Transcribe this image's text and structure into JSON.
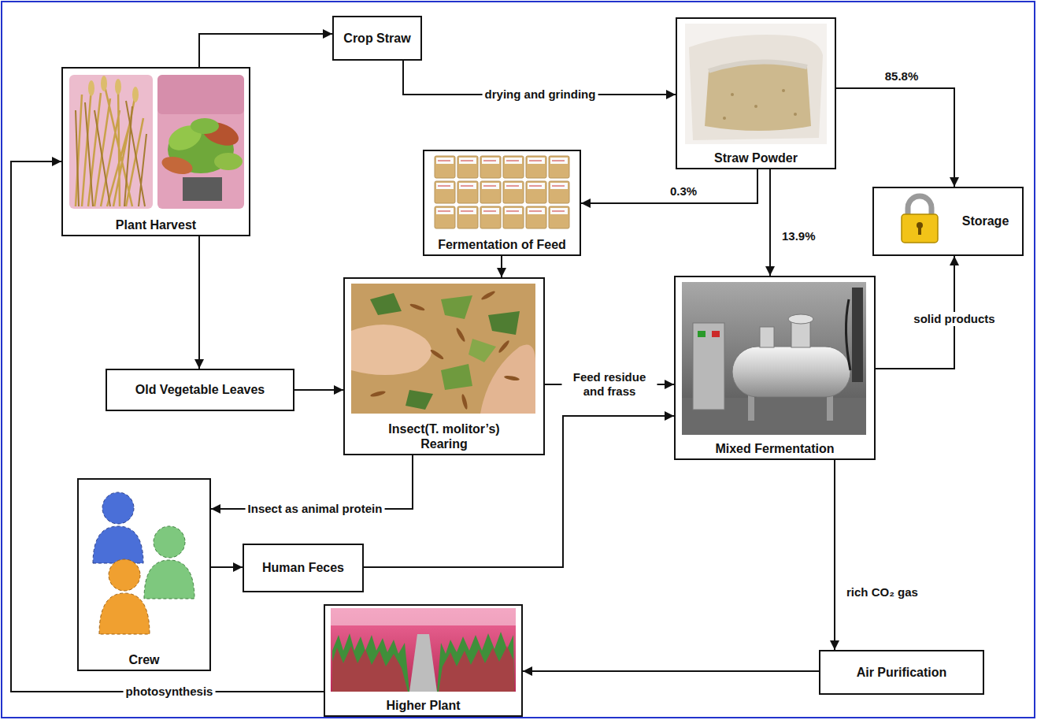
{
  "diagram": {
    "nodes": [
      {
        "text": [
          "Plant Harvest"
        ]
      },
      {
        "text": [
          "Crop Straw"
        ]
      },
      {
        "text": [
          "Straw Powder"
        ]
      },
      {
        "text": [
          "Fermentation of Feed"
        ]
      },
      {
        "text": [
          "Storage"
        ]
      },
      {
        "text": [
          "Old Vegetable Leaves"
        ]
      },
      {
        "text": [
          "Insect(T. molitor’s) Rearing"
        ]
      },
      {
        "text": [
          "Mixed Fermentation"
        ]
      },
      {
        "text": [
          "Crew"
        ]
      },
      {
        "text": [
          "Human Feces"
        ]
      },
      {
        "text": [
          "Higher Plant"
        ]
      },
      {
        "text": [
          "Air Purification"
        ]
      }
    ],
    "edges": [
      {
        "from": 0,
        "to": 1,
        "arrow": "to"
      },
      {
        "from": 1,
        "to": 2,
        "label": "drying and grinding",
        "arrow": "to"
      },
      {
        "from": 2,
        "to": 4,
        "label": "85.8%",
        "arrow": "to"
      },
      {
        "from": 2,
        "to": 3,
        "label": "0.3%",
        "arrow": "to"
      },
      {
        "from": 2,
        "to": 7,
        "label": "13.9%",
        "arrow": "to"
      },
      {
        "from": 3,
        "to": 6,
        "arrow": "to"
      },
      {
        "from": 0,
        "to": 5,
        "arrow": "to"
      },
      {
        "from": 5,
        "to": 6,
        "arrow": "to"
      },
      {
        "from": 6,
        "to": 7,
        "label": "Feed residue and frass",
        "arrow": "to"
      },
      {
        "from": 6,
        "to": 8,
        "label": "Insect as animal protein",
        "arrow": "to"
      },
      {
        "from": 8,
        "to": 9,
        "arrow": "to"
      },
      {
        "from": 9,
        "to": 7,
        "arrow": "to"
      },
      {
        "from": 7,
        "to": 4,
        "label": "solid products",
        "arrow": "to"
      },
      {
        "from": 7,
        "to": 11,
        "label": "rich CO₂ gas",
        "arrow": "to"
      },
      {
        "from": 11,
        "to": 10,
        "arrow": "to"
      },
      {
        "from": 10,
        "to": 0,
        "label": "photosynthesis",
        "arrow": "to"
      }
    ]
  }
}
